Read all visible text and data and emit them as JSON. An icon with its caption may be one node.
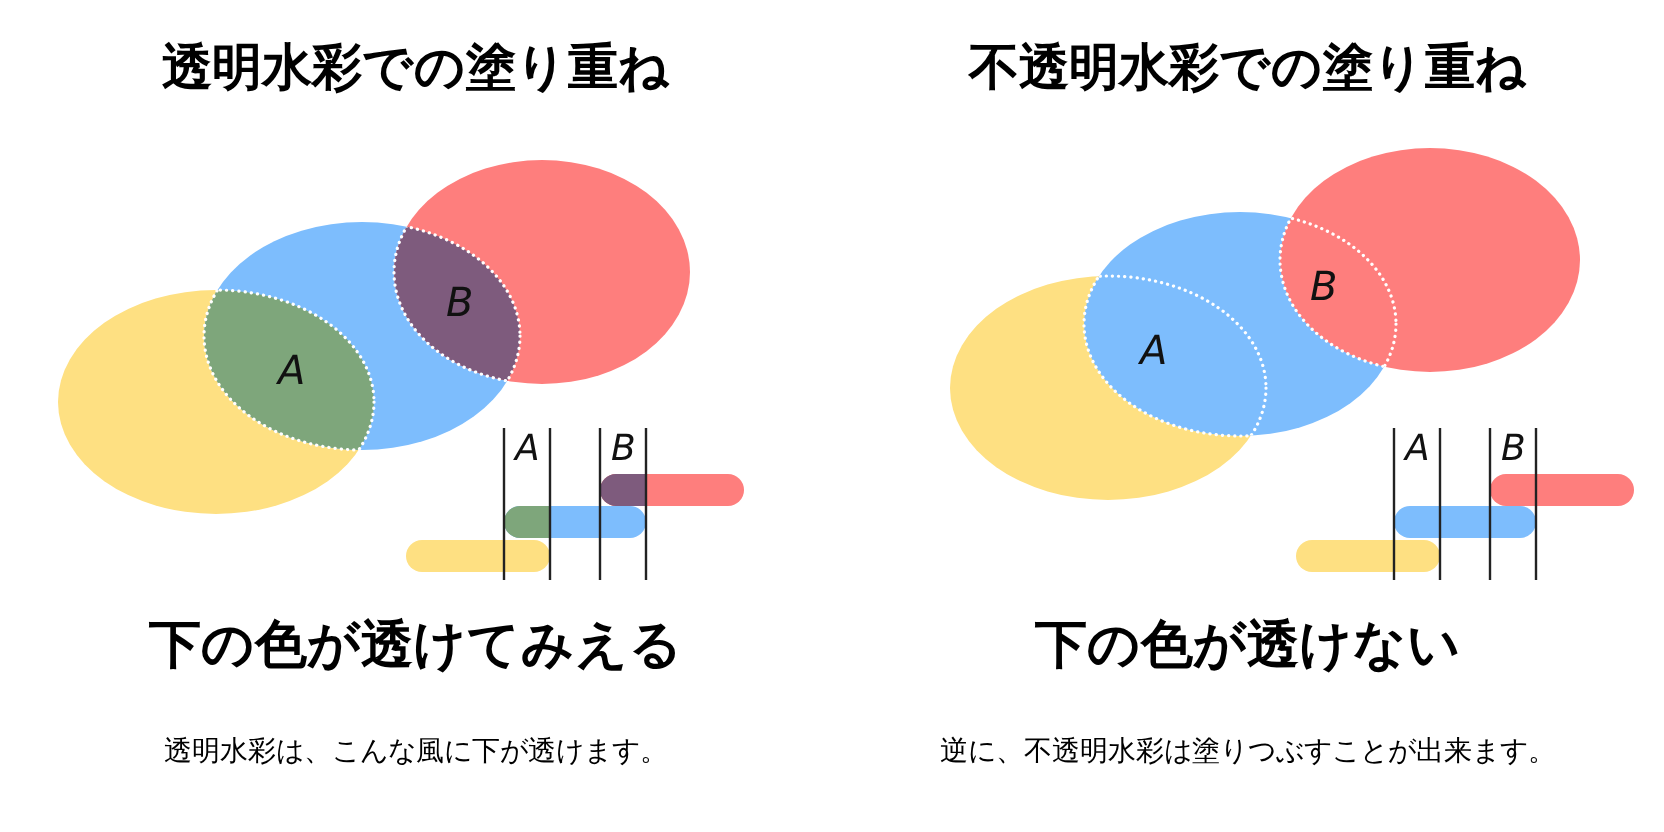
{
  "diagram": {
    "labels": [
      "**透明水彩**での塗り重ね",
      "**不透明水彩**での塗り重ね",
      "A",
      "B",
      "A",
      "B",
      "A",
      "B",
      "A",
      "B",
      "下の色が**透けてみえる**",
      "下の色が**透けない**",
      "透明水彩は、こんな風に下が透けます。",
      "逆に、不透明水彩は塗りつぶすことが出来ます。"
    ]
  }
}
